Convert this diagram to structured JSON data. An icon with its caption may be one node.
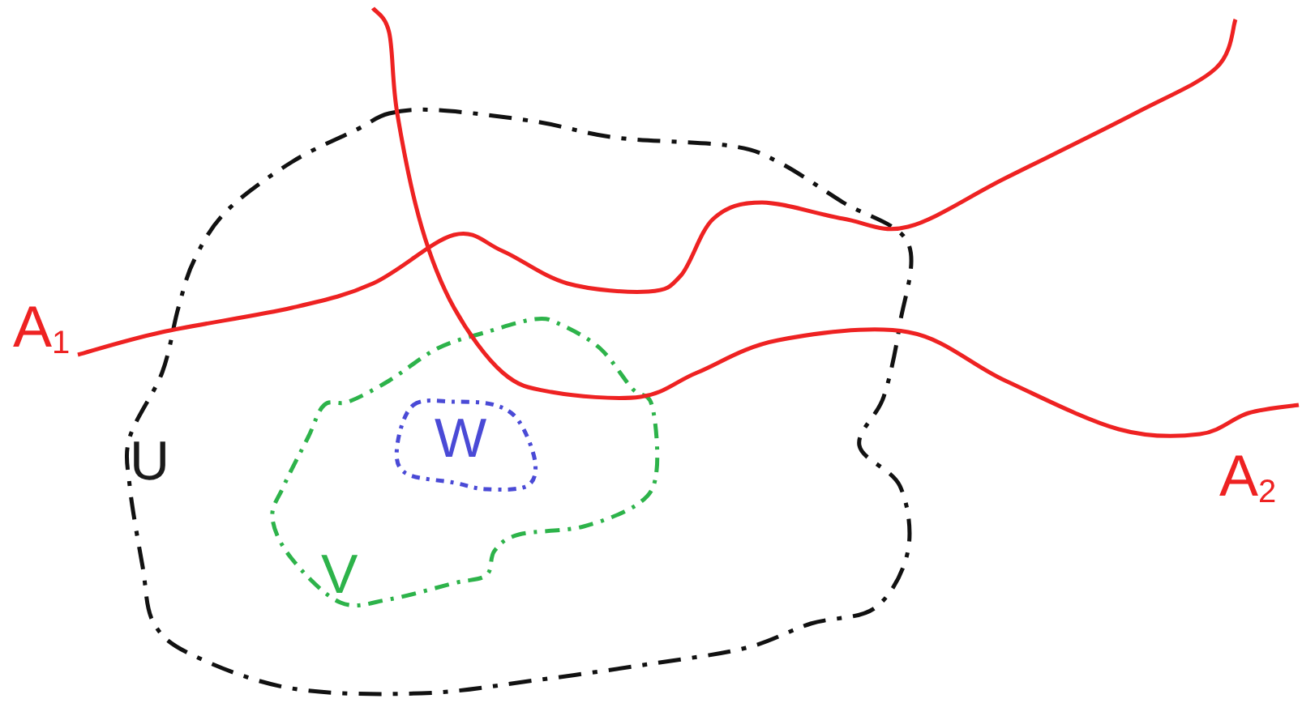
{
  "diagram": {
    "nodes": [
      {
        "text": [
          "U"
        ]
      },
      {
        "text": [
          "V"
        ],
        "in": 0
      },
      {
        "text": [
          "W"
        ],
        "in": 1
      }
    ],
    "labels": [
      "A$_{1}$",
      "A$_{2}$"
    ]
  }
}
